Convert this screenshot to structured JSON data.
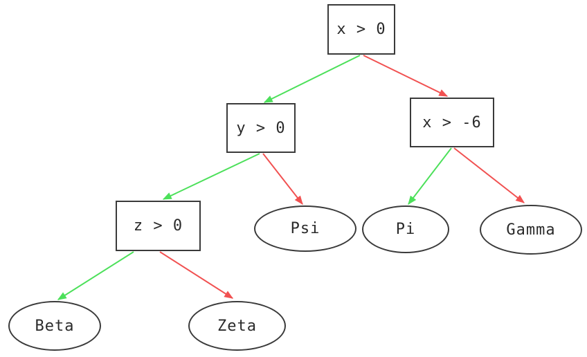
{
  "diagram": {
    "type": "decision-tree",
    "background": "#ffffff",
    "colors": {
      "true_edge": "#4ce05a",
      "false_edge": "#f15151",
      "node_border": "#3a3a3a",
      "node_text": "#2a2a2a"
    },
    "nodes": {
      "root": {
        "label": "x > 0",
        "shape": "rect"
      },
      "y_gt_0": {
        "label": "y > 0",
        "shape": "rect"
      },
      "x_gt_neg6": {
        "label": "x > -6",
        "shape": "rect"
      },
      "z_gt_0": {
        "label": "z > 0",
        "shape": "rect"
      },
      "psi": {
        "label": "Psi",
        "shape": "ellipse"
      },
      "pi": {
        "label": "Pi",
        "shape": "ellipse"
      },
      "gamma": {
        "label": "Gamma",
        "shape": "ellipse"
      },
      "beta": {
        "label": "Beta",
        "shape": "ellipse"
      },
      "zeta": {
        "label": "Zeta",
        "shape": "ellipse"
      }
    },
    "edges": [
      {
        "from": "x > 0",
        "to": "y > 0",
        "branch": "true",
        "color": "#4ce05a"
      },
      {
        "from": "x > 0",
        "to": "x > -6",
        "branch": "false",
        "color": "#f15151"
      },
      {
        "from": "y > 0",
        "to": "z > 0",
        "branch": "true",
        "color": "#4ce05a"
      },
      {
        "from": "y > 0",
        "to": "Psi",
        "branch": "false",
        "color": "#f15151"
      },
      {
        "from": "x > -6",
        "to": "Pi",
        "branch": "true",
        "color": "#4ce05a"
      },
      {
        "from": "x > -6",
        "to": "Gamma",
        "branch": "false",
        "color": "#f15151"
      },
      {
        "from": "z > 0",
        "to": "Beta",
        "branch": "true",
        "color": "#4ce05a"
      },
      {
        "from": "z > 0",
        "to": "Zeta",
        "branch": "false",
        "color": "#f15151"
      }
    ]
  }
}
